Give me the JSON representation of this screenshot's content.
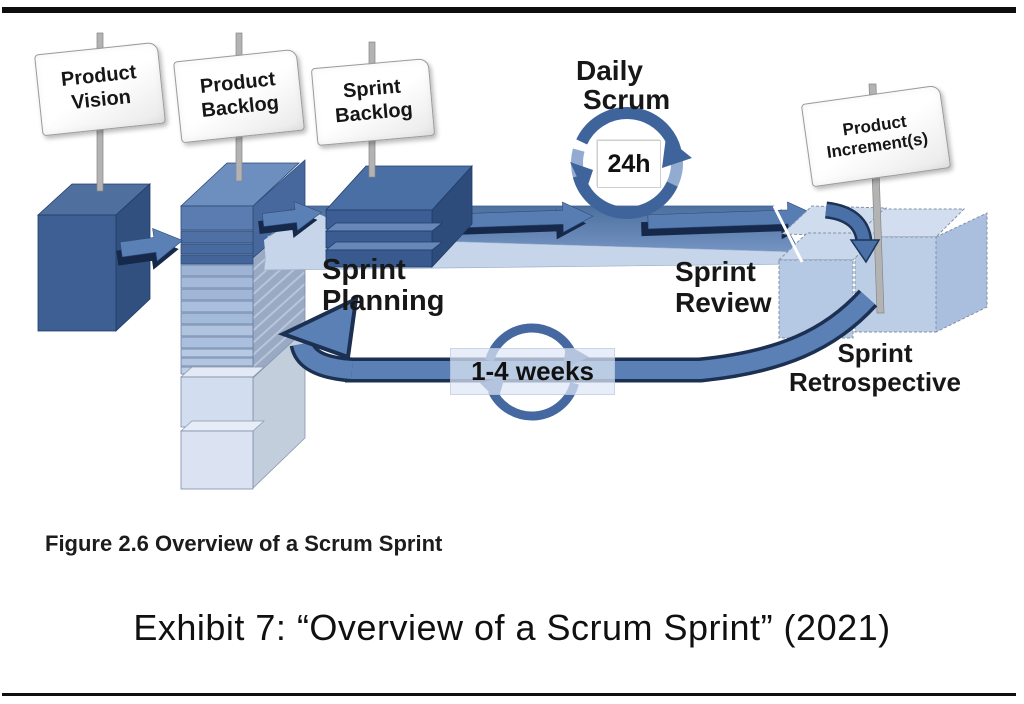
{
  "figure": {
    "signs": {
      "product_vision": {
        "lines": [
          "Product",
          "Vision"
        ]
      },
      "product_backlog": {
        "lines": [
          "Product",
          "Backlog"
        ]
      },
      "sprint_backlog": {
        "lines": [
          "Sprint",
          "Backlog"
        ]
      },
      "product_increments": {
        "lines": [
          "Product",
          "Increment(s)"
        ]
      }
    },
    "labels": {
      "daily_scrum": {
        "lines": [
          "Daily",
          "Scrum"
        ]
      },
      "daily_cycle_duration": "24h",
      "sprint_planning": {
        "lines": [
          "Sprint",
          "Planning"
        ]
      },
      "sprint_review": {
        "lines": [
          "Sprint",
          "Review"
        ]
      },
      "sprint_retrospective": {
        "lines": [
          "Sprint",
          "Retrospective"
        ]
      },
      "sprint_length": "1-4 weeks"
    },
    "caption": "Figure 2.6 Overview of a Scrum Sprint"
  },
  "exhibit": {
    "title": "Exhibit 7: “Overview of a Scrum Sprint” (2021)"
  },
  "palette": {
    "dark_navy_shadow": "#1c3052",
    "vision_box_blue": "#3e5f94",
    "backlog_top_blue": "#5a7cb1",
    "arrow_mid_blue": "#5b80b5",
    "beam_top_blue": "#5e81b5",
    "beam_front_light": "#c6d5ea",
    "increment_box_light": "#bccee6",
    "sign_background": "#ffffff",
    "rule_black": "#0e0e0e"
  }
}
